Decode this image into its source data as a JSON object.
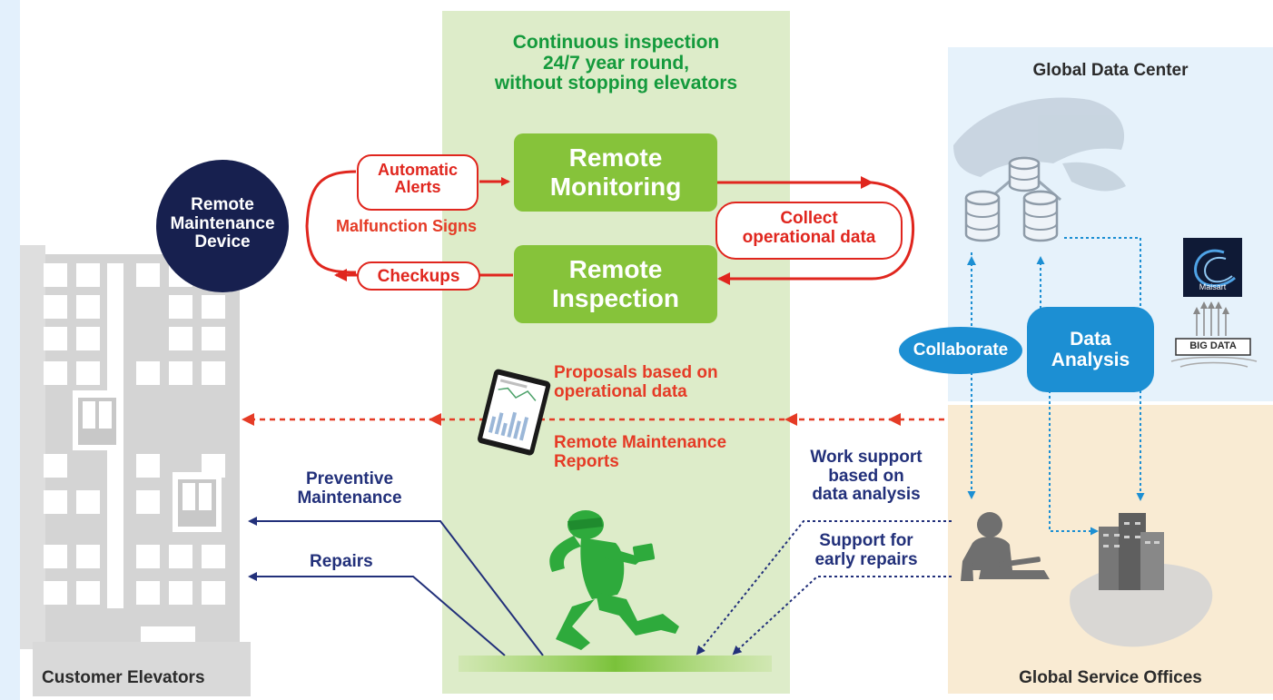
{
  "center_panel": {
    "headline": [
      "Continuous inspection",
      "24/7 year round,",
      "without stopping elevators"
    ]
  },
  "device": {
    "label": [
      "Remote",
      "Maintenance",
      "Device"
    ]
  },
  "monitoring": {
    "label": [
      "Remote",
      "Monitoring"
    ]
  },
  "inspection": {
    "label": [
      "Remote",
      "Inspection"
    ]
  },
  "alerts_pill": [
    "Automatic",
    "Alerts"
  ],
  "malfunction_label": "Malfunction Signs",
  "checkups_pill": "Checkups",
  "collect_pill": [
    "Collect",
    "operational data"
  ],
  "proposals_label": [
    "Proposals based on",
    "operational data"
  ],
  "reports_label": [
    "Remote Maintenance",
    "Reports"
  ],
  "preventive_label": [
    "Preventive",
    "Maintenance"
  ],
  "repairs_label": "Repairs",
  "work_support_label": [
    "Work support",
    "based on",
    "data analysis"
  ],
  "early_repairs_label": [
    "Support for",
    "early repairs"
  ],
  "data_center": {
    "title": "Global Data Center"
  },
  "service_offices": {
    "title": "Global Service Offices"
  },
  "collaborate": "Collaborate",
  "data_analysis": [
    "Data",
    "Analysis"
  ],
  "maisart_logo_text": "Maisart",
  "big_data_text": "BIG DATA",
  "customer_label": "Customer Elevators",
  "colors": {
    "center_panel": "#ddecc9",
    "green_box": "#86c33a",
    "headline": "#149a3c",
    "red": "#e53b26",
    "navy": "#22307a",
    "device_circle": "#17204f",
    "data_center_bg": "#e6f2fb",
    "service_bg": "#f9ebd3",
    "accent_blue": "#1c8fd3",
    "building_gray": "#d4d4d4",
    "left_strip": "#e3f0fc"
  },
  "icons": [
    "world-map-icon",
    "database-cluster-icon",
    "tablet-chart-icon",
    "running-technician-icon",
    "operator-at-desk-icon",
    "office-buildings-icon",
    "maisart-logo-icon",
    "big-data-icon",
    "building-icon"
  ]
}
